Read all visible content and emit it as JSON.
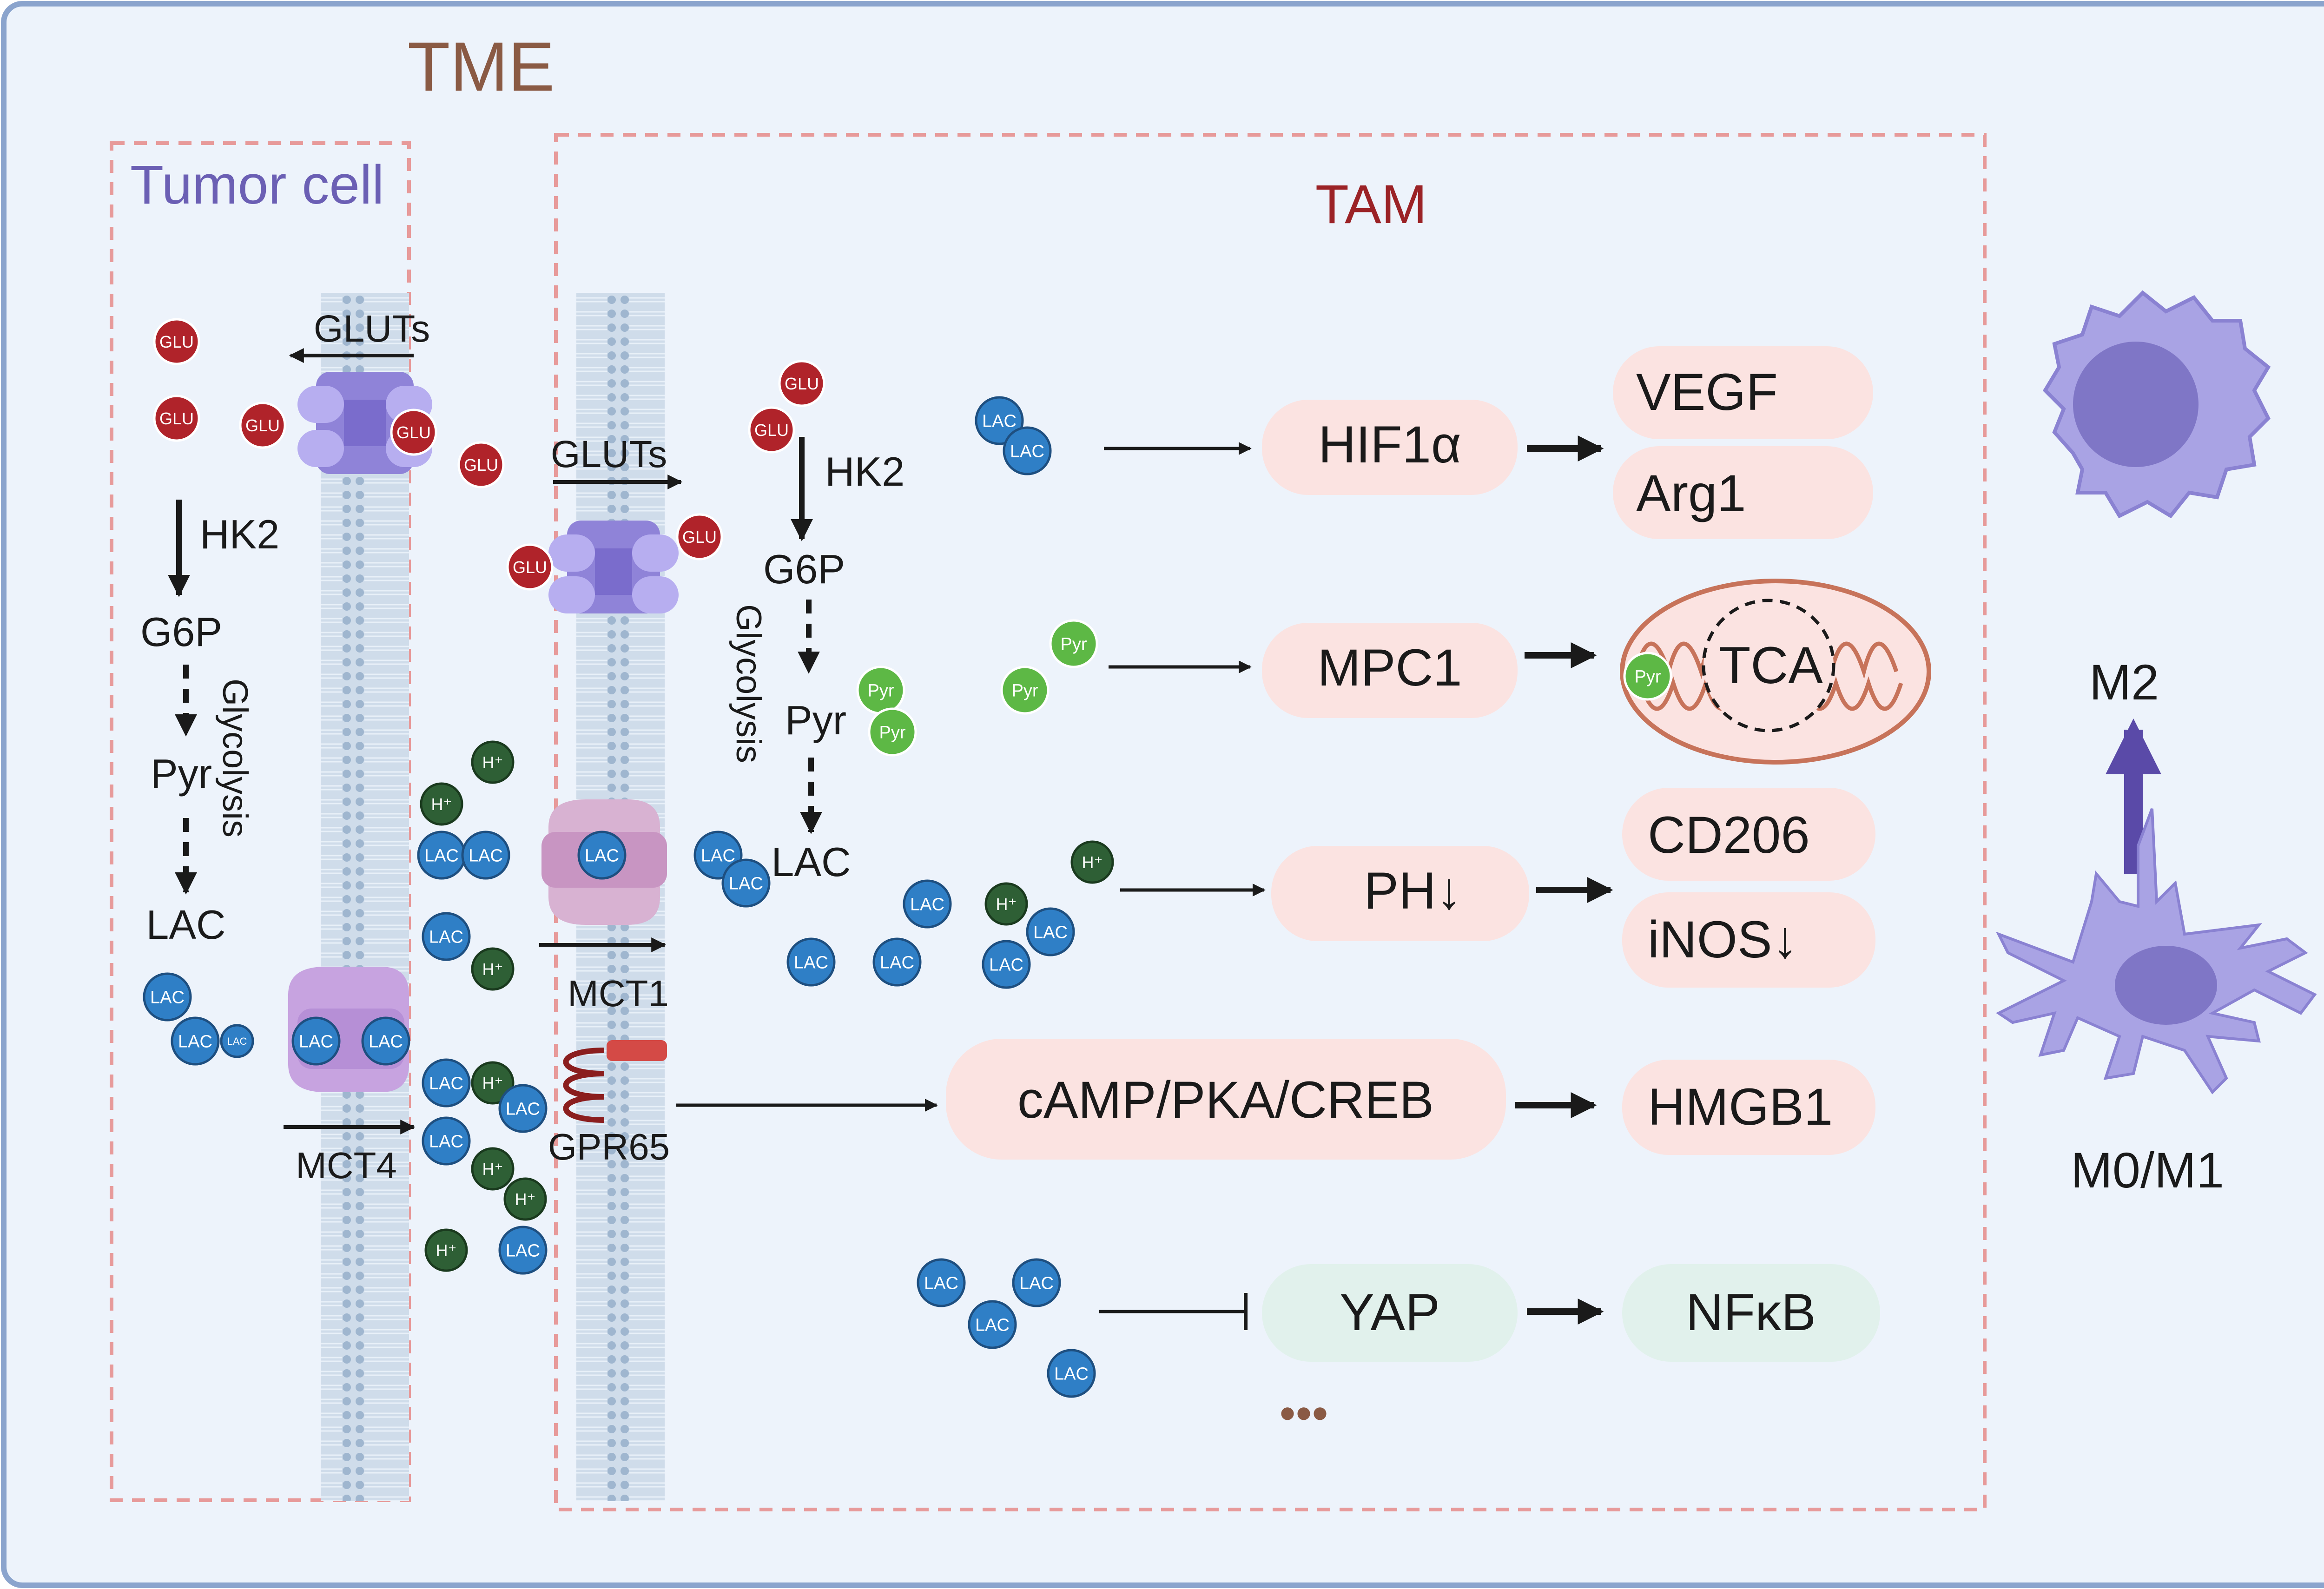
{
  "labels": {
    "tme": "TME",
    "tumor_cell": "Tumor cell",
    "tam": "TAM",
    "glycolysis": "Glycolysis",
    "m2": "M2",
    "m0m1": "M0/M1",
    "ellipsis": "•••"
  },
  "tumor": {
    "gluts": "GLUTs",
    "hk2": "HK2",
    "g6p": "G6P",
    "pyr": "Pyr",
    "lac": "LAC",
    "mct4": "MCT4"
  },
  "tam_membrane": {
    "gluts": "GLUTs",
    "mct1": "MCT1",
    "gpr65": "GPR65"
  },
  "tam_path": {
    "hk2": "HK2",
    "g6p": "G6P",
    "pyr": "Pyr",
    "lac": "LAC"
  },
  "molecules": {
    "glu": "GLU",
    "lac": "LAC",
    "pyr": "Pyr",
    "h": "H⁺"
  },
  "signaling": {
    "hif1a": "HIF1α",
    "vegf": "VEGF",
    "arg1": "Arg1",
    "mpc1": "MPC1",
    "tca": "TCA",
    "ph": "PH↓",
    "cd206": "CD206",
    "inos": "iNOS↓",
    "camp": "cAMP/PKA/CREB",
    "hmgb1": "HMGB1",
    "yap": "YAP",
    "nfkb": "NFκB"
  },
  "colors": {
    "background": "#edf3fb",
    "frame": "#8ba4cd",
    "dashed_box": "#e79a9a",
    "tme": "#8a5a44",
    "tumor_cell": "#6b5fb4",
    "tam": "#9b2226",
    "glu": "#b0232a",
    "lac": "#2f7fc6",
    "pyr": "#5db845",
    "h": "#2e5f35",
    "pink_box": "#fbe3e1",
    "green_box": "#e1f1ec",
    "membrane": "#c9d8e8",
    "transporter": "#a49be0",
    "mct": "#c9a5d8",
    "macrophage": "#a9a3e4",
    "m2_arrow": "#5a4aa8"
  }
}
